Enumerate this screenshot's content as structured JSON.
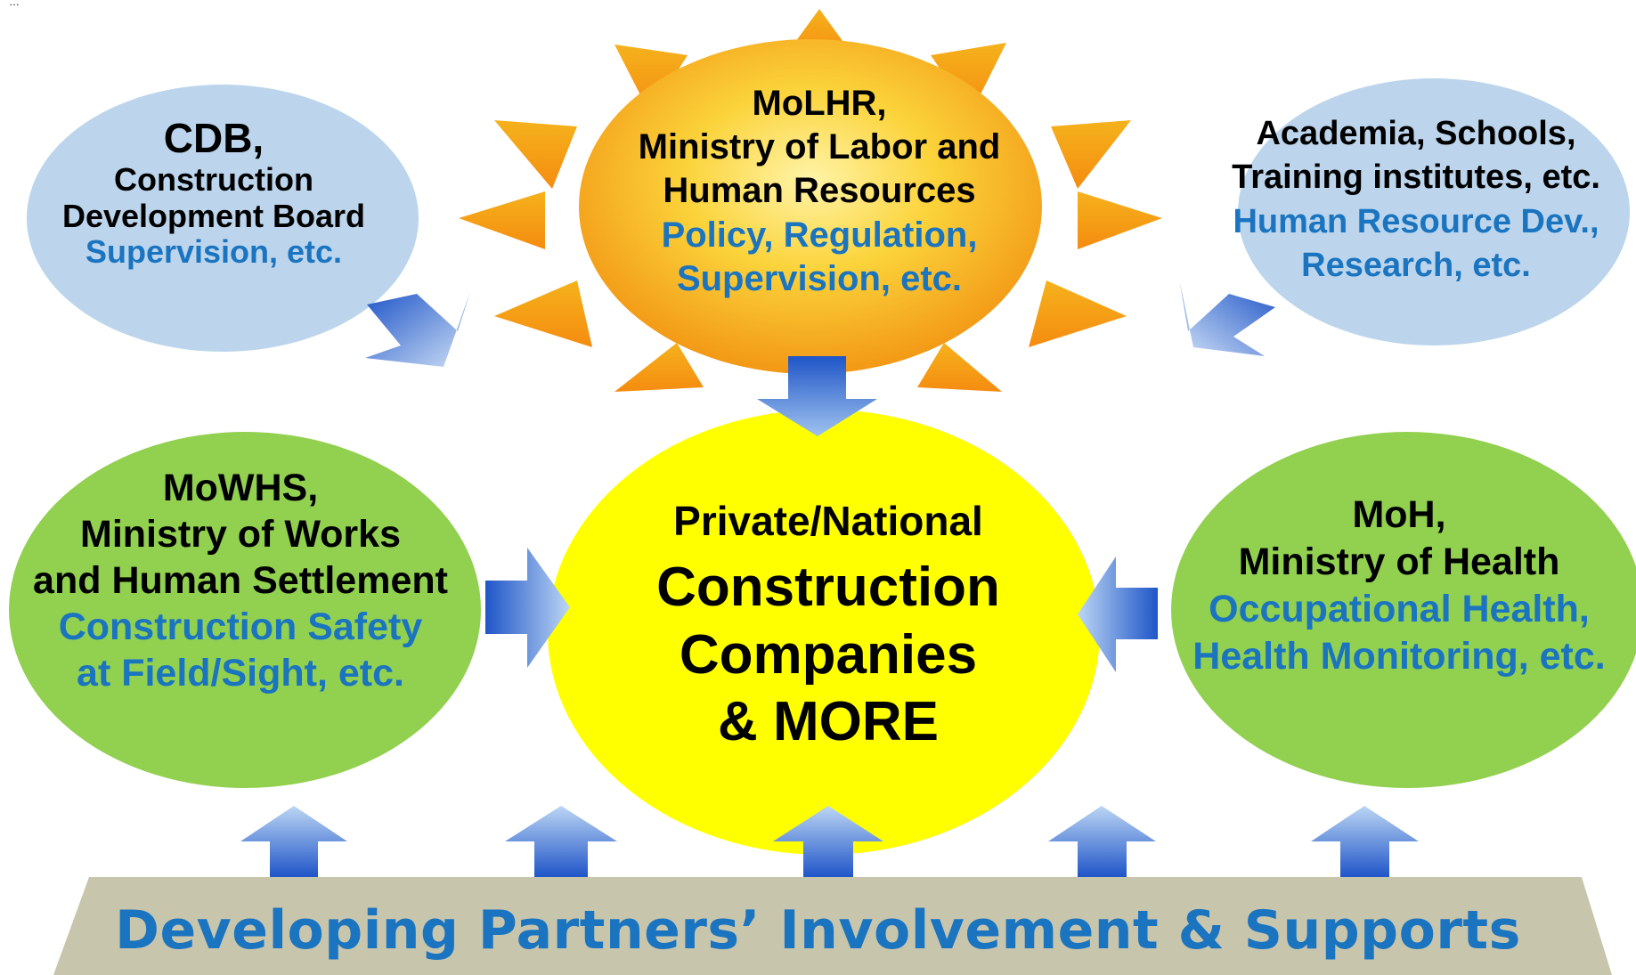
{
  "colors": {
    "accent_text": "#1a74c0",
    "arrow": "#2b64d6",
    "cdb_fill": "#bcd5ec",
    "academia_fill": "#bcd5ec",
    "mowhs_fill": "#92d050",
    "moh_fill": "#92d050",
    "center_fill": "#ffff00",
    "base_fill": "#c8c5ad",
    "sun_ray": "#f7a41b",
    "sun_core": "#f3a10f"
  },
  "top_strip": "…",
  "cdb": {
    "abbrev": "CDB,",
    "name_1": "Construction",
    "name_2": "Development Board",
    "role_1": "Supervision, etc."
  },
  "molhr": {
    "abbrev": "MoLHR,",
    "name_1": "Ministry of Labor and",
    "name_2": "Human Resources",
    "role_1": "Policy, Regulation,",
    "role_2": "Supervision, etc."
  },
  "academia": {
    "name_1": "Academia, Schools,",
    "name_2": "Training institutes, etc.",
    "role_1": "Human Resource Dev.,",
    "role_2": "Research, etc."
  },
  "mowhs": {
    "abbrev": "MoWHS,",
    "name_1": "Ministry of Works",
    "name_2": "and Human Settlement",
    "role_1": "Construction Safety",
    "role_2": "at Field/Sight, etc."
  },
  "center": {
    "line_1": "Private/National",
    "line_2": "Construction",
    "line_3": "Companies",
    "line_4": "& MORE"
  },
  "moh": {
    "abbrev": "MoH,",
    "name_1": "Ministry of Health",
    "role_1": "Occupational Health,",
    "role_2": "Health Monitoring, etc."
  },
  "base": {
    "label": "Developing Partners’ Involvement & Supports"
  }
}
